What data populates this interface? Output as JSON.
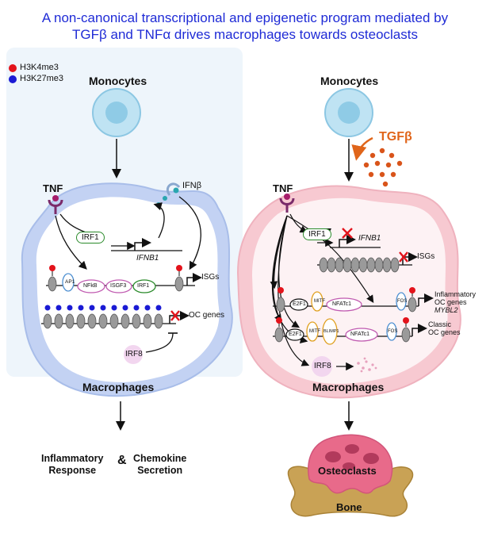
{
  "title": {
    "line1": "A non-canonical transcriptional and epigenetic program mediated by",
    "line2": "TGFβ and TNFα drives macrophages towards osteoclasts"
  },
  "legend": [
    {
      "label": "H3K4me3",
      "color": "#e3131b"
    },
    {
      "label": "H3K27me3",
      "color": "#1a1ad4"
    }
  ],
  "left": {
    "monocytes": "Monocytes",
    "tnf": "TNF",
    "ifnb": "IFNβ",
    "irf1": "IRF1",
    "ifnb1_gene": "IFNB1",
    "factors": [
      "AP1",
      "NFkB",
      "ISGF3",
      "IRF1"
    ],
    "isgs": "ISGs",
    "oc_genes": "OC genes",
    "irf8": "IRF8",
    "macrophages": "Macrophages",
    "outcome_1a": "Inflammatory",
    "outcome_1b": "Response",
    "amp": "&",
    "outcome_2a": "Chemokine",
    "outcome_2b": "Secretion"
  },
  "right": {
    "monocytes": "Monocytes",
    "tgfb": "TGFβ",
    "tnf": "TNF",
    "irf1": "IRF1",
    "ifnb1_gene": "IFNB1",
    "isgs": "ISGs",
    "row1_factors": [
      "E2F1",
      "MITF",
      "NFATc1",
      "FOS"
    ],
    "row1_label_a": "Inflammatory",
    "row1_label_b": "OC genes",
    "row1_label_c": "MYBL2",
    "row2_factors": [
      "E2F1",
      "MITF",
      "BLIMP1",
      "NFATc1",
      "FOS"
    ],
    "row2_label_a": "Classic",
    "row2_label_b": "OC genes",
    "irf8": "IRF8",
    "macrophages": "Macrophages",
    "osteoclasts": "Osteoclasts",
    "bone": "Bone"
  },
  "colors": {
    "title": "#1f2bd6",
    "left_panel": "#eef5fb",
    "left_cell_outer": "#c3d2f3",
    "left_cell_inner": "#ffffff",
    "right_cell_outer": "#f7c9d1",
    "right_cell_inner": "#fdf2f4",
    "tgfb": "#e0651a",
    "nucleosome": "#8a8a8a",
    "irf1_border": "#2a8a2a",
    "osteoclast": "#e26a8a",
    "bone": "#c9a255"
  }
}
